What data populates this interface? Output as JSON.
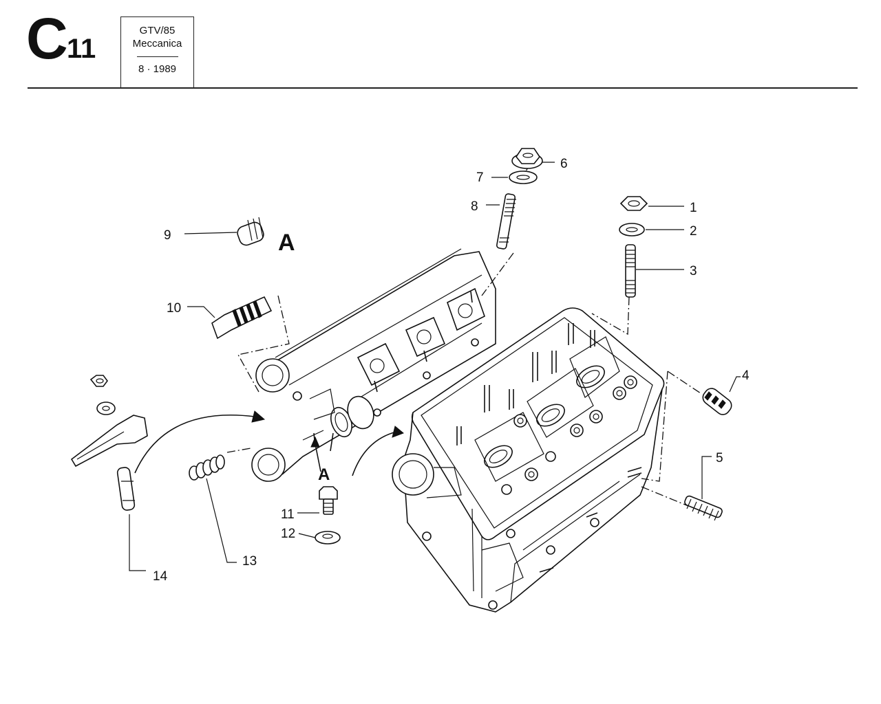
{
  "header": {
    "section_letter": "C",
    "section_number": "11",
    "model": "GTV/85",
    "group": "Meccanica",
    "date": "8 · 1989"
  },
  "view_label": "A",
  "callouts": [
    "1",
    "2",
    "3",
    "4",
    "5",
    "6",
    "7",
    "8",
    "9",
    "10",
    "11",
    "12",
    "13",
    "14"
  ]
}
